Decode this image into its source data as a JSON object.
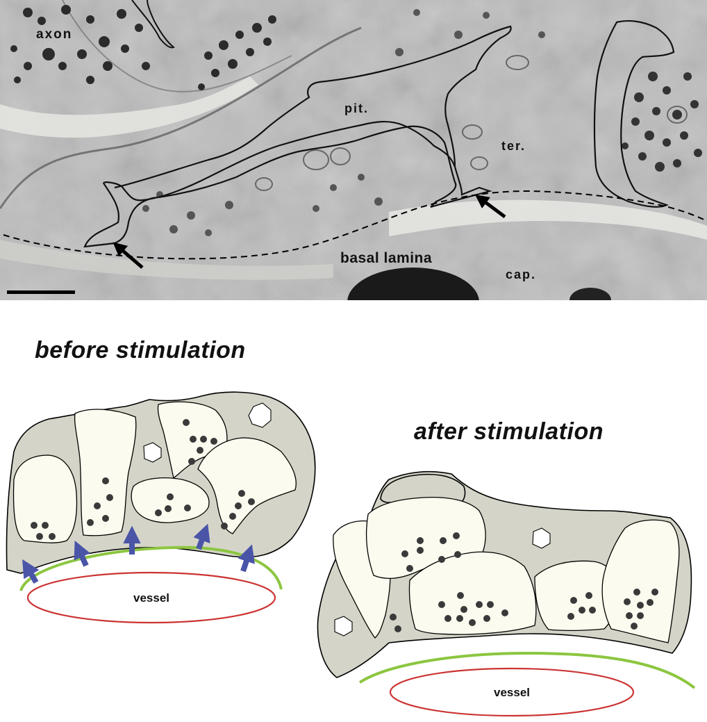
{
  "micrograph": {
    "labels": {
      "axon": "axon",
      "pit": "pit.",
      "ter": "ter.",
      "basal_lamina": "basal lamina",
      "cap": "cap."
    }
  },
  "before_panel": {
    "title": "before  stimulation",
    "vessel_label": "vessel"
  },
  "after_panel": {
    "title": "after stimulation",
    "vessel_label": "vessel"
  },
  "colors": {
    "cell_grey": "#d4d4c8",
    "cell_light": "#fbfbef",
    "granule": "#3a3a3a",
    "basal_lamina_line": "#8cc63f",
    "vessel_outline": "#cc3333",
    "arrow_blue": "#4a55a8"
  }
}
